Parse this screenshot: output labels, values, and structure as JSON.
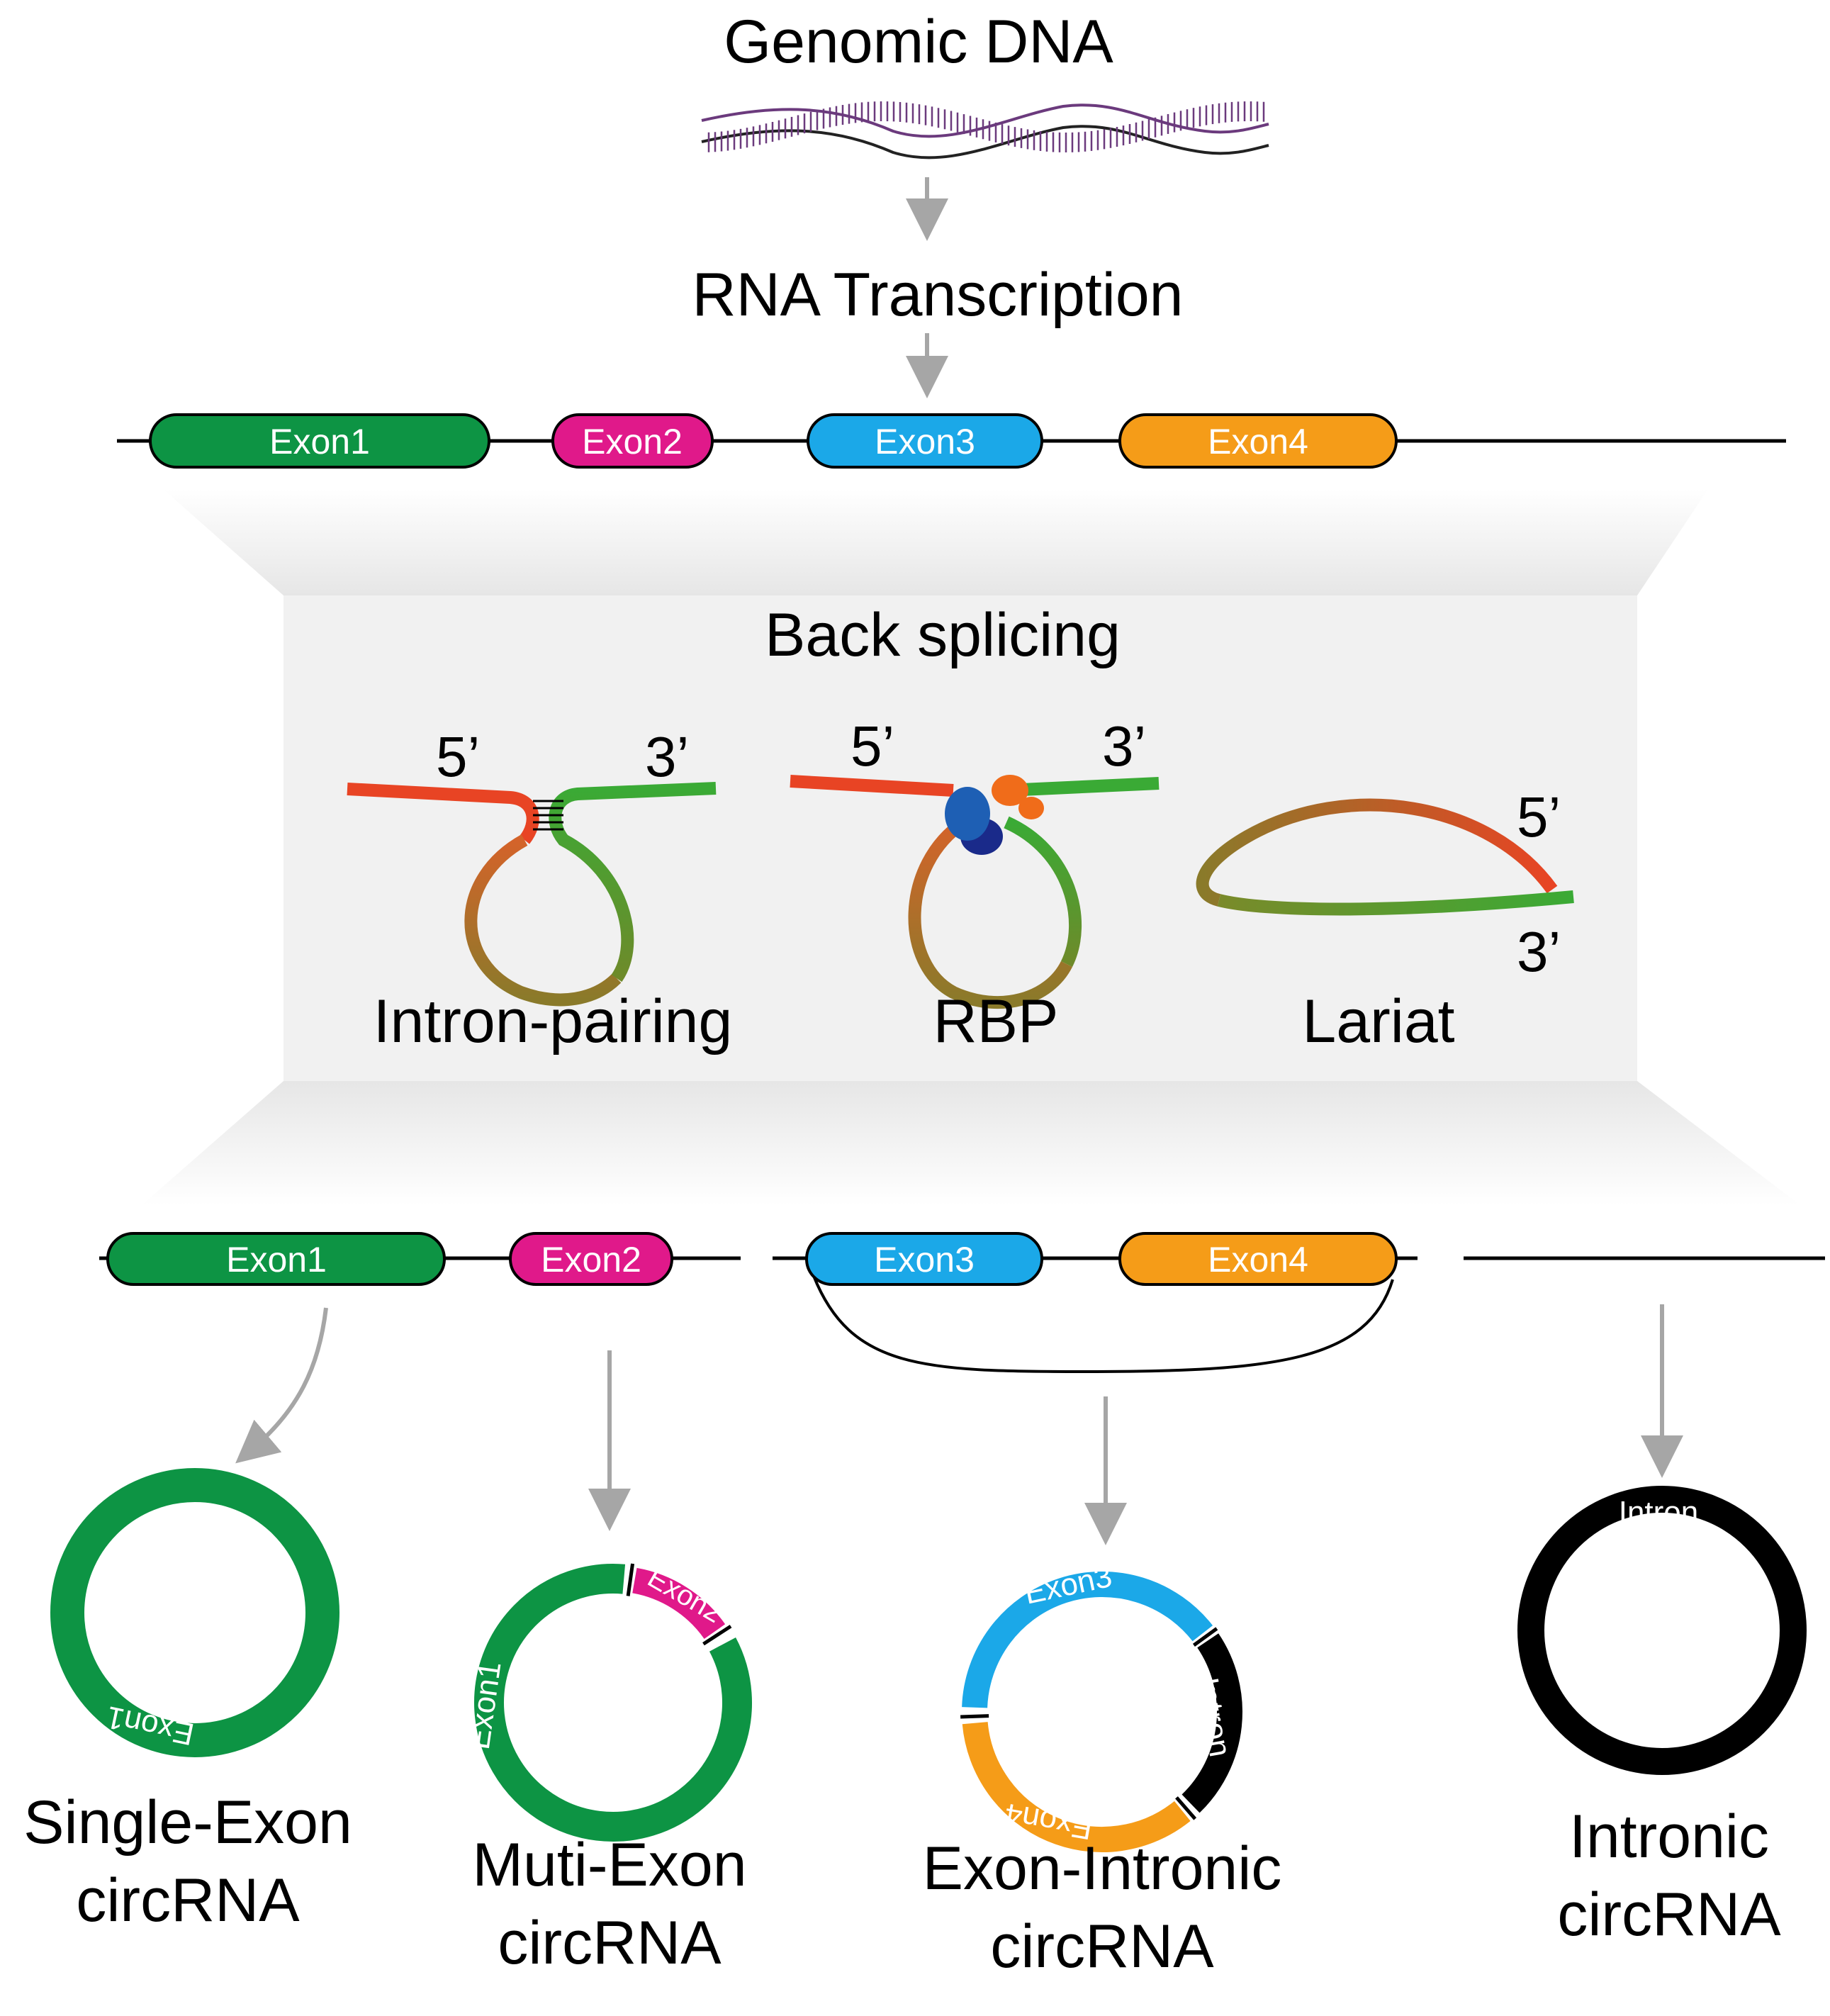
{
  "header": {
    "title": "Genomic DNA",
    "step": "RNA Transcription"
  },
  "gene": {
    "exons": [
      {
        "label": "Exon1",
        "color": "#0d9444"
      },
      {
        "label": "Exon2",
        "color": "#e0198a"
      },
      {
        "label": "Exon3",
        "color": "#1ba8e8"
      },
      {
        "label": "Exon4",
        "color": "#f59c18"
      }
    ]
  },
  "back_splicing": {
    "title": "Back splicing",
    "five_prime": "5’",
    "three_prime": "3’",
    "mechanisms": [
      {
        "label": "Intron-pairing"
      },
      {
        "label": "RBP"
      },
      {
        "label": "Lariat"
      }
    ]
  },
  "products": {
    "single_exon": {
      "name_line1": "Single-Exon",
      "name_line2": "circRNA",
      "ring_label": "Exon1"
    },
    "multi_exon": {
      "name_line1": "Muti-Exon",
      "name_line2": "circRNA",
      "ring_labels": [
        "Exon1",
        "Exon2"
      ]
    },
    "exon_intronic": {
      "name_line1": "Exon-Intronic",
      "name_line2": "circRNA",
      "ring_labels": [
        "Exon3",
        "Intron",
        "Exon4"
      ]
    },
    "intronic": {
      "name_line1": "Intronic",
      "name_line2": "circRNA",
      "ring_label": "Intron"
    }
  },
  "colors": {
    "exon1": "#0d9444",
    "exon2": "#e0198a",
    "exon3": "#1ba8e8",
    "exon4": "#f59c18",
    "intron": "#000000",
    "five_prime_end": "#e84424",
    "three_prime_end": "#3aaa35",
    "rbp_blue": "#1e5fb4",
    "rbp_orange": "#f06c1a",
    "arrow": "#a6a6a6",
    "panel": "#f1f1f1",
    "dna": "#6b3a7d"
  }
}
